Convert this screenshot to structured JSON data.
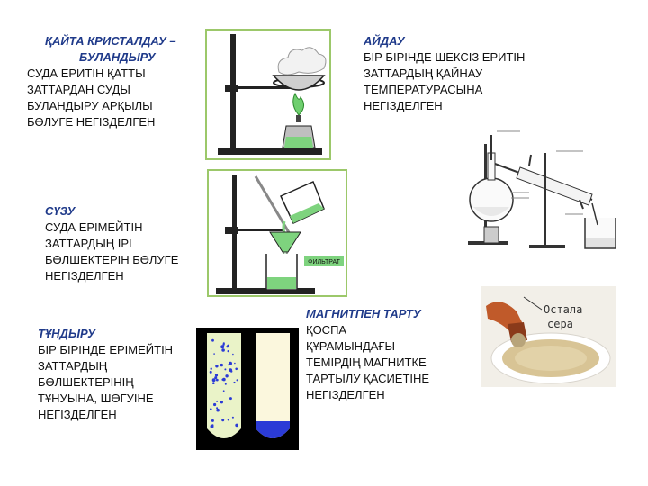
{
  "evaporation": {
    "title_lines": [
      "ҚАЙТА КРИСТАЛДАУ –",
      "БУЛАНДЫРУ"
    ],
    "body_lines": [
      "СУДА ЕРИТІН ҚАТТЫ",
      "ЗАТТАРДАН СУДЫ",
      "БУЛАНДЫРУ АРҚЫЛЫ",
      "БӨЛУГЕ НЕГІЗДЕЛГЕН"
    ]
  },
  "distillation": {
    "title": "АЙДАУ",
    "body_lines": [
      "БІР БІРІНДЕ ШЕКСІЗ ЕРИТІН",
      "ЗАТТАРДЫҢ ҚАЙНАУ",
      "ТЕМПЕРАТУРАСЫНА",
      "НЕГІЗДЕЛГЕН"
    ]
  },
  "filtration": {
    "title": "СҮЗУ",
    "body_lines": [
      "СУДА ЕРІМЕЙТІН",
      "ЗАТТАРДЫҢ ІРІ",
      "БӨЛШЕКТЕРІН БӨЛУГЕ",
      "НЕГІЗДЕЛГЕН"
    ],
    "figure_label": "ФИЛЬТРАТ"
  },
  "sedimentation": {
    "title": "ТҰНДЫРУ",
    "body_lines": [
      "БІР БІРІНДЕ ЕРІМЕЙТІН",
      "ЗАТТАРДЫҢ",
      "БӨЛШЕКТЕРІНІҢ",
      "ТҰНУЫНА, ШӨГУІНЕ",
      "НЕГІЗДЕЛГЕН"
    ]
  },
  "magnet": {
    "title": "МАГНИТПЕН ТАРТУ",
    "body_lines": [
      "ҚОСПА",
      "ҚҰРАМЫНДАҒЫ",
      "ТЕМІРДІҢ МАГНИТКЕ",
      "ТАРТЫЛУ ҚАСИЕТІНЕ",
      "НЕГІЗДЕЛГЕН"
    ],
    "figure_label_lines": [
      "Остала",
      "сера"
    ]
  },
  "colors": {
    "title": "#1f3a8a",
    "liquid": "#7ed37e",
    "frame": "#9cc86a",
    "sediment": "#2b3bd6"
  }
}
